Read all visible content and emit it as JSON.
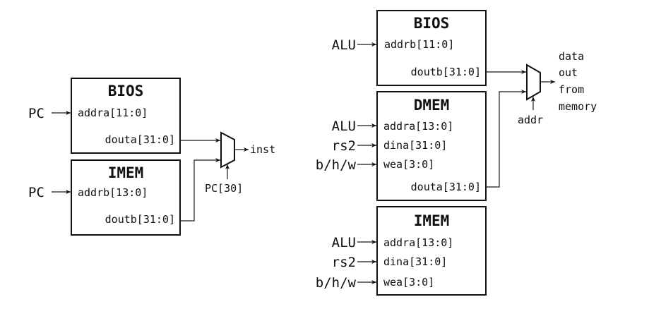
{
  "left": {
    "bios": {
      "title": "BIOS",
      "port_in": "addra[11:0]",
      "port_out": "douta[31:0]",
      "input_signal": "PC"
    },
    "imem": {
      "title": "IMEM",
      "port_in": "addrb[13:0]",
      "port_out": "doutb[31:0]",
      "input_signal": "PC"
    },
    "mux": {
      "output_label": "inst",
      "select_label": "PC[30]"
    }
  },
  "right": {
    "bios": {
      "title": "BIOS",
      "port_in": "addrb[11:0]",
      "port_out": "doutb[31:0]",
      "input_signal": "ALU"
    },
    "dmem": {
      "title": "DMEM",
      "ports_in": [
        "addra[13:0]",
        "dina[31:0]",
        "wea[3:0]"
      ],
      "port_out": "douta[31:0]",
      "input_signals": [
        "ALU",
        "rs2",
        "b/h/w"
      ]
    },
    "imem": {
      "title": "IMEM",
      "ports_in": [
        "addra[13:0]",
        "dina[31:0]",
        "wea[3:0]"
      ],
      "input_signals": [
        "ALU",
        "rs2",
        "b/h/w"
      ]
    },
    "mux": {
      "output_label_lines": [
        "data",
        "out",
        "from",
        "memory"
      ],
      "select_label": "addr"
    }
  }
}
